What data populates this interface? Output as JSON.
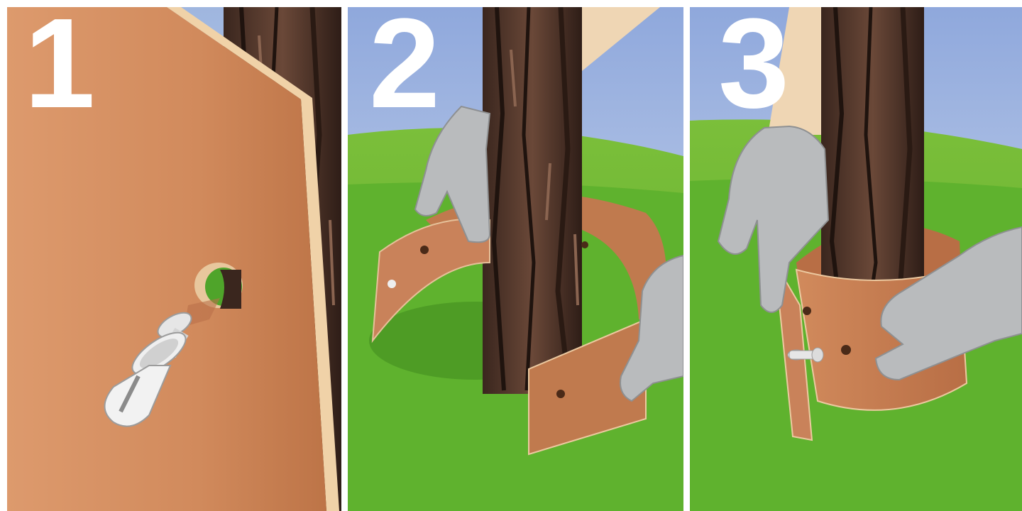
{
  "steps": [
    {
      "number": "1",
      "illustration": "tree-guard-sheet-with-plastic-fastener"
    },
    {
      "number": "2",
      "illustration": "gloved-hands-wrapping-guard-around-trunk"
    },
    {
      "number": "3",
      "illustration": "gloved-hands-fastening-guard-with-pin"
    }
  ],
  "colors": {
    "sky_top": "#9fb6df",
    "sky_bottom": "#dfe7f4",
    "grass": "#5fb52e",
    "grass_light": "#8cc63f",
    "bark": "#5a3a2c",
    "bark_dark": "#2e1d17",
    "guard": "#d9956a",
    "guard_dark": "#b86e45",
    "guard_edge": "#f0d2a8",
    "glove": "#b9bbbd",
    "fastener": "#e6e6e6",
    "step_number": "#ffffff"
  }
}
